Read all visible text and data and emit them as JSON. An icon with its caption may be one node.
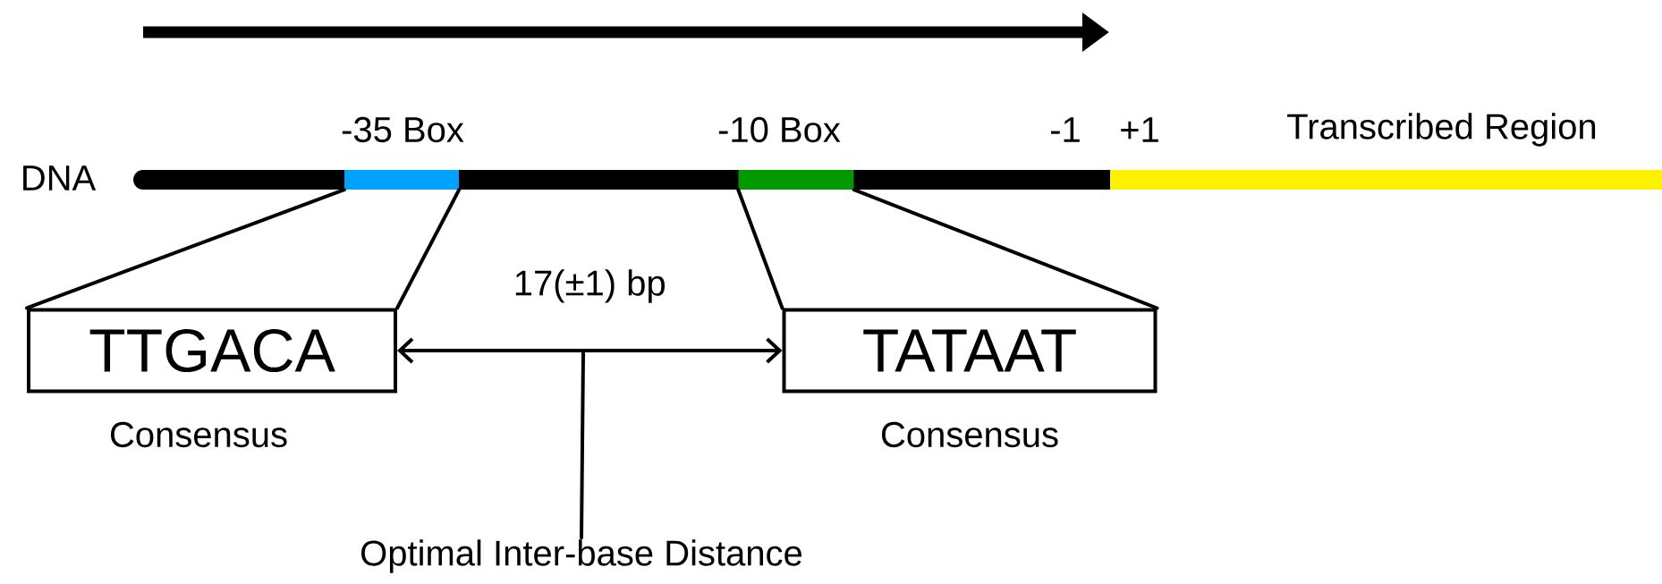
{
  "diagram": {
    "nodes": [
      {
        "text": [
          "TTGACA"
        ],
        "beside": [
          "Consensus"
        ]
      },
      {
        "text": [
          "TATAAT"
        ],
        "beside": [
          "Consensus"
        ]
      },
      {
        "text": [
          "Optimal Inter-base Distance"
        ]
      },
      {
        "text": [],
        "shape": "bar",
        "beside": [
          "-35 Box"
        ]
      },
      {
        "text": [],
        "shape": "bar",
        "beside": [
          "-10 Box"
        ]
      }
    ],
    "edges": [
      {
        "from": 3,
        "to": 0,
        "arrow": "none"
      },
      {
        "from": 3,
        "to": 0,
        "arrow": "none"
      },
      {
        "from": 4,
        "to": 1,
        "arrow": "none"
      },
      {
        "from": 4,
        "to": 1,
        "arrow": "none"
      },
      {
        "from": 0,
        "to": 1,
        "arrow": "both",
        "label": "17(±1) bp"
      },
      {
        "from": 2,
        "to": null,
        "arrow": "none"
      }
    ],
    "labels": [
      "DNA",
      "-1",
      "+1",
      "Transcribed Region"
    ]
  }
}
